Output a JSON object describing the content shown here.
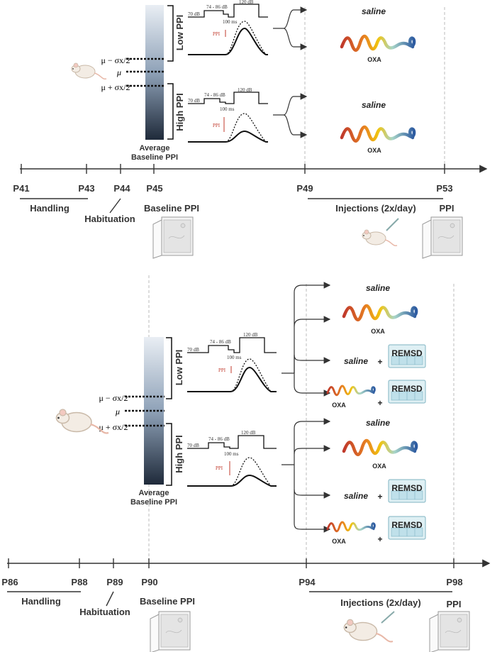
{
  "panel1": {
    "timeline": [
      "P41",
      "P43",
      "P44",
      "P45",
      "P49",
      "P53"
    ],
    "handling": "Handling",
    "habituation": "Habituation",
    "baseline": "Baseline PPI",
    "injections": "Injections (2x/day)",
    "ppi": "PPI",
    "low_ppi": "Low PPI",
    "high_ppi": "High PPI",
    "avg_line1": "Average",
    "avg_line2": "Baseline PPI",
    "mu_minus": "μ − σx/2",
    "mu": "μ",
    "mu_plus": "μ + σx/2",
    "db70": "70 dB",
    "db7486": "74 - 86 dB",
    "db120": "120 dB",
    "ms100": "100 ms",
    "ppi_mark": "PPI",
    "saline": "saline",
    "oxa": "OXA"
  },
  "panel2": {
    "timeline": [
      "P86",
      "P88",
      "P89",
      "P90",
      "P94",
      "P98"
    ],
    "handling": "Handling",
    "habituation": "Habituation",
    "baseline": "Baseline PPI",
    "injections": "Injections (2x/day)",
    "ppi": "PPI",
    "low_ppi": "Low PPI",
    "high_ppi": "High PPI",
    "avg_line1": "Average",
    "avg_line2": "Baseline PPI",
    "mu_minus": "μ − σx/2",
    "mu": "μ",
    "mu_plus": "μ + σx/2",
    "saline": "saline",
    "oxa": "OXA",
    "plus": "+",
    "remsd": "REMSD"
  }
}
